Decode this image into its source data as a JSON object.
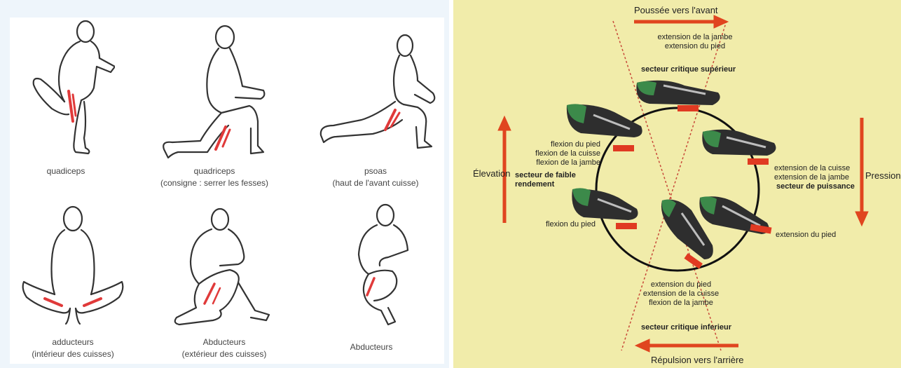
{
  "left": {
    "captions": [
      {
        "lines": [
          "quadiceps"
        ]
      },
      {
        "lines": [
          "quadriceps",
          "(consigne : serrer les fesses)"
        ]
      },
      {
        "lines": [
          "psoas",
          "(haut de l'avant cuisse)"
        ]
      },
      {
        "lines": [
          "adducteurs",
          "(intérieur des cuisses)"
        ]
      },
      {
        "lines": [
          "Abducteurs",
          "(extérieur des cuisses)"
        ]
      },
      {
        "lines": [
          "Abducteurs"
        ]
      }
    ]
  },
  "right": {
    "top_arrow_label": "Poussée vers l'avant",
    "bottom_arrow_label": "Répulsion vers l'arrière",
    "left_arrow_label": "Élevation",
    "right_arrow_label": "Pression",
    "top_text": [
      "extension de la jambe",
      "extension du pied"
    ],
    "top_sector": "secteur critique supérieur",
    "upper_left_text": [
      "flexion du pied",
      "flexion de la cuisse",
      "flexion de la jambe"
    ],
    "left_sector": [
      "secteur de faible",
      "rendement"
    ],
    "lower_left_text": "flexion du pied",
    "upper_right_text": [
      "extension de la cuisse",
      "extension de la jambe"
    ],
    "right_sector": "secteur de puissance",
    "lower_right_text": "extension du pied",
    "bottom_text": [
      "extension du pied",
      "extension de la cuisse",
      "flexion de la jambe"
    ],
    "bottom_sector": "secteur critique inferieur",
    "colors": {
      "arrow": "#e0451f",
      "pedal": "#e03a22",
      "shoe_green": "#3c8a4a",
      "background": "#f1ecaa"
    }
  }
}
